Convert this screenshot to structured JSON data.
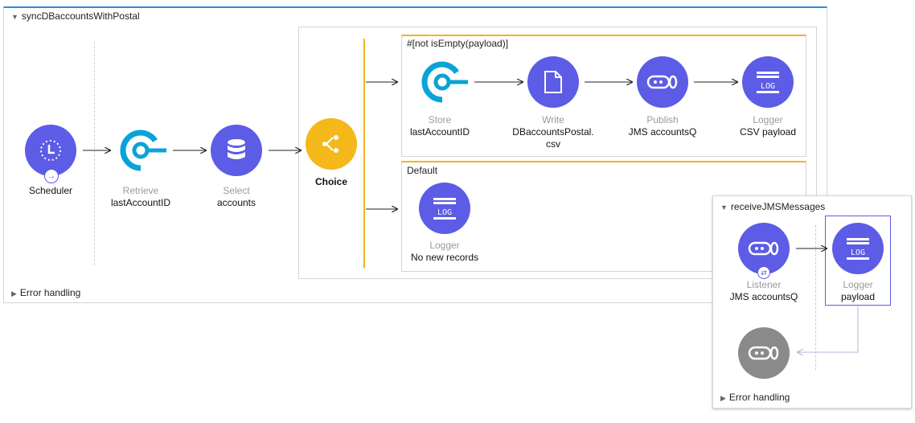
{
  "main_flow": {
    "title": "syncDBaccountsWithPostal",
    "error_handling": "Error handling",
    "components": {
      "scheduler": {
        "type": "",
        "name": "Scheduler",
        "icon": "scheduler-icon"
      },
      "retrieve": {
        "type": "Retrieve",
        "name": "lastAccountID",
        "icon": "object-store-icon"
      },
      "select": {
        "type": "Select",
        "name": "accounts",
        "icon": "database-icon"
      },
      "choice": {
        "type": "",
        "name": "Choice",
        "icon": "choice-icon"
      }
    },
    "routes": [
      {
        "condition": "#[not isEmpty(payload)]",
        "components": [
          {
            "type": "Store",
            "name": "lastAccountID",
            "icon": "object-store-icon"
          },
          {
            "type": "Write",
            "name_line1": "DBaccountsPostal.",
            "name_line2": "csv",
            "icon": "file-icon"
          },
          {
            "type": "Publish",
            "name": "JMS accountsQ",
            "icon": "jms-icon"
          },
          {
            "type": "Logger",
            "name": "CSV payload",
            "icon": "logger-icon"
          }
        ]
      },
      {
        "condition": "Default",
        "components": [
          {
            "type": "Logger",
            "name": "No new records",
            "icon": "logger-icon"
          }
        ]
      }
    ]
  },
  "secondary_flow": {
    "title": "receiveJMSMessages",
    "error_handling": "Error handling",
    "components": {
      "listener": {
        "type": "Listener",
        "name": "JMS accountsQ",
        "icon": "jms-icon"
      },
      "logger": {
        "type": "Logger",
        "name": "payload",
        "icon": "logger-icon"
      },
      "response": {
        "icon": "jms-icon"
      }
    }
  },
  "logger_glyph_text": "LOG",
  "colors": {
    "accent": "#2d8be0",
    "component": "#5c5ce6",
    "choice": "#f4b81a",
    "route": "#f0b323",
    "object_store": "#0aa3d8"
  }
}
